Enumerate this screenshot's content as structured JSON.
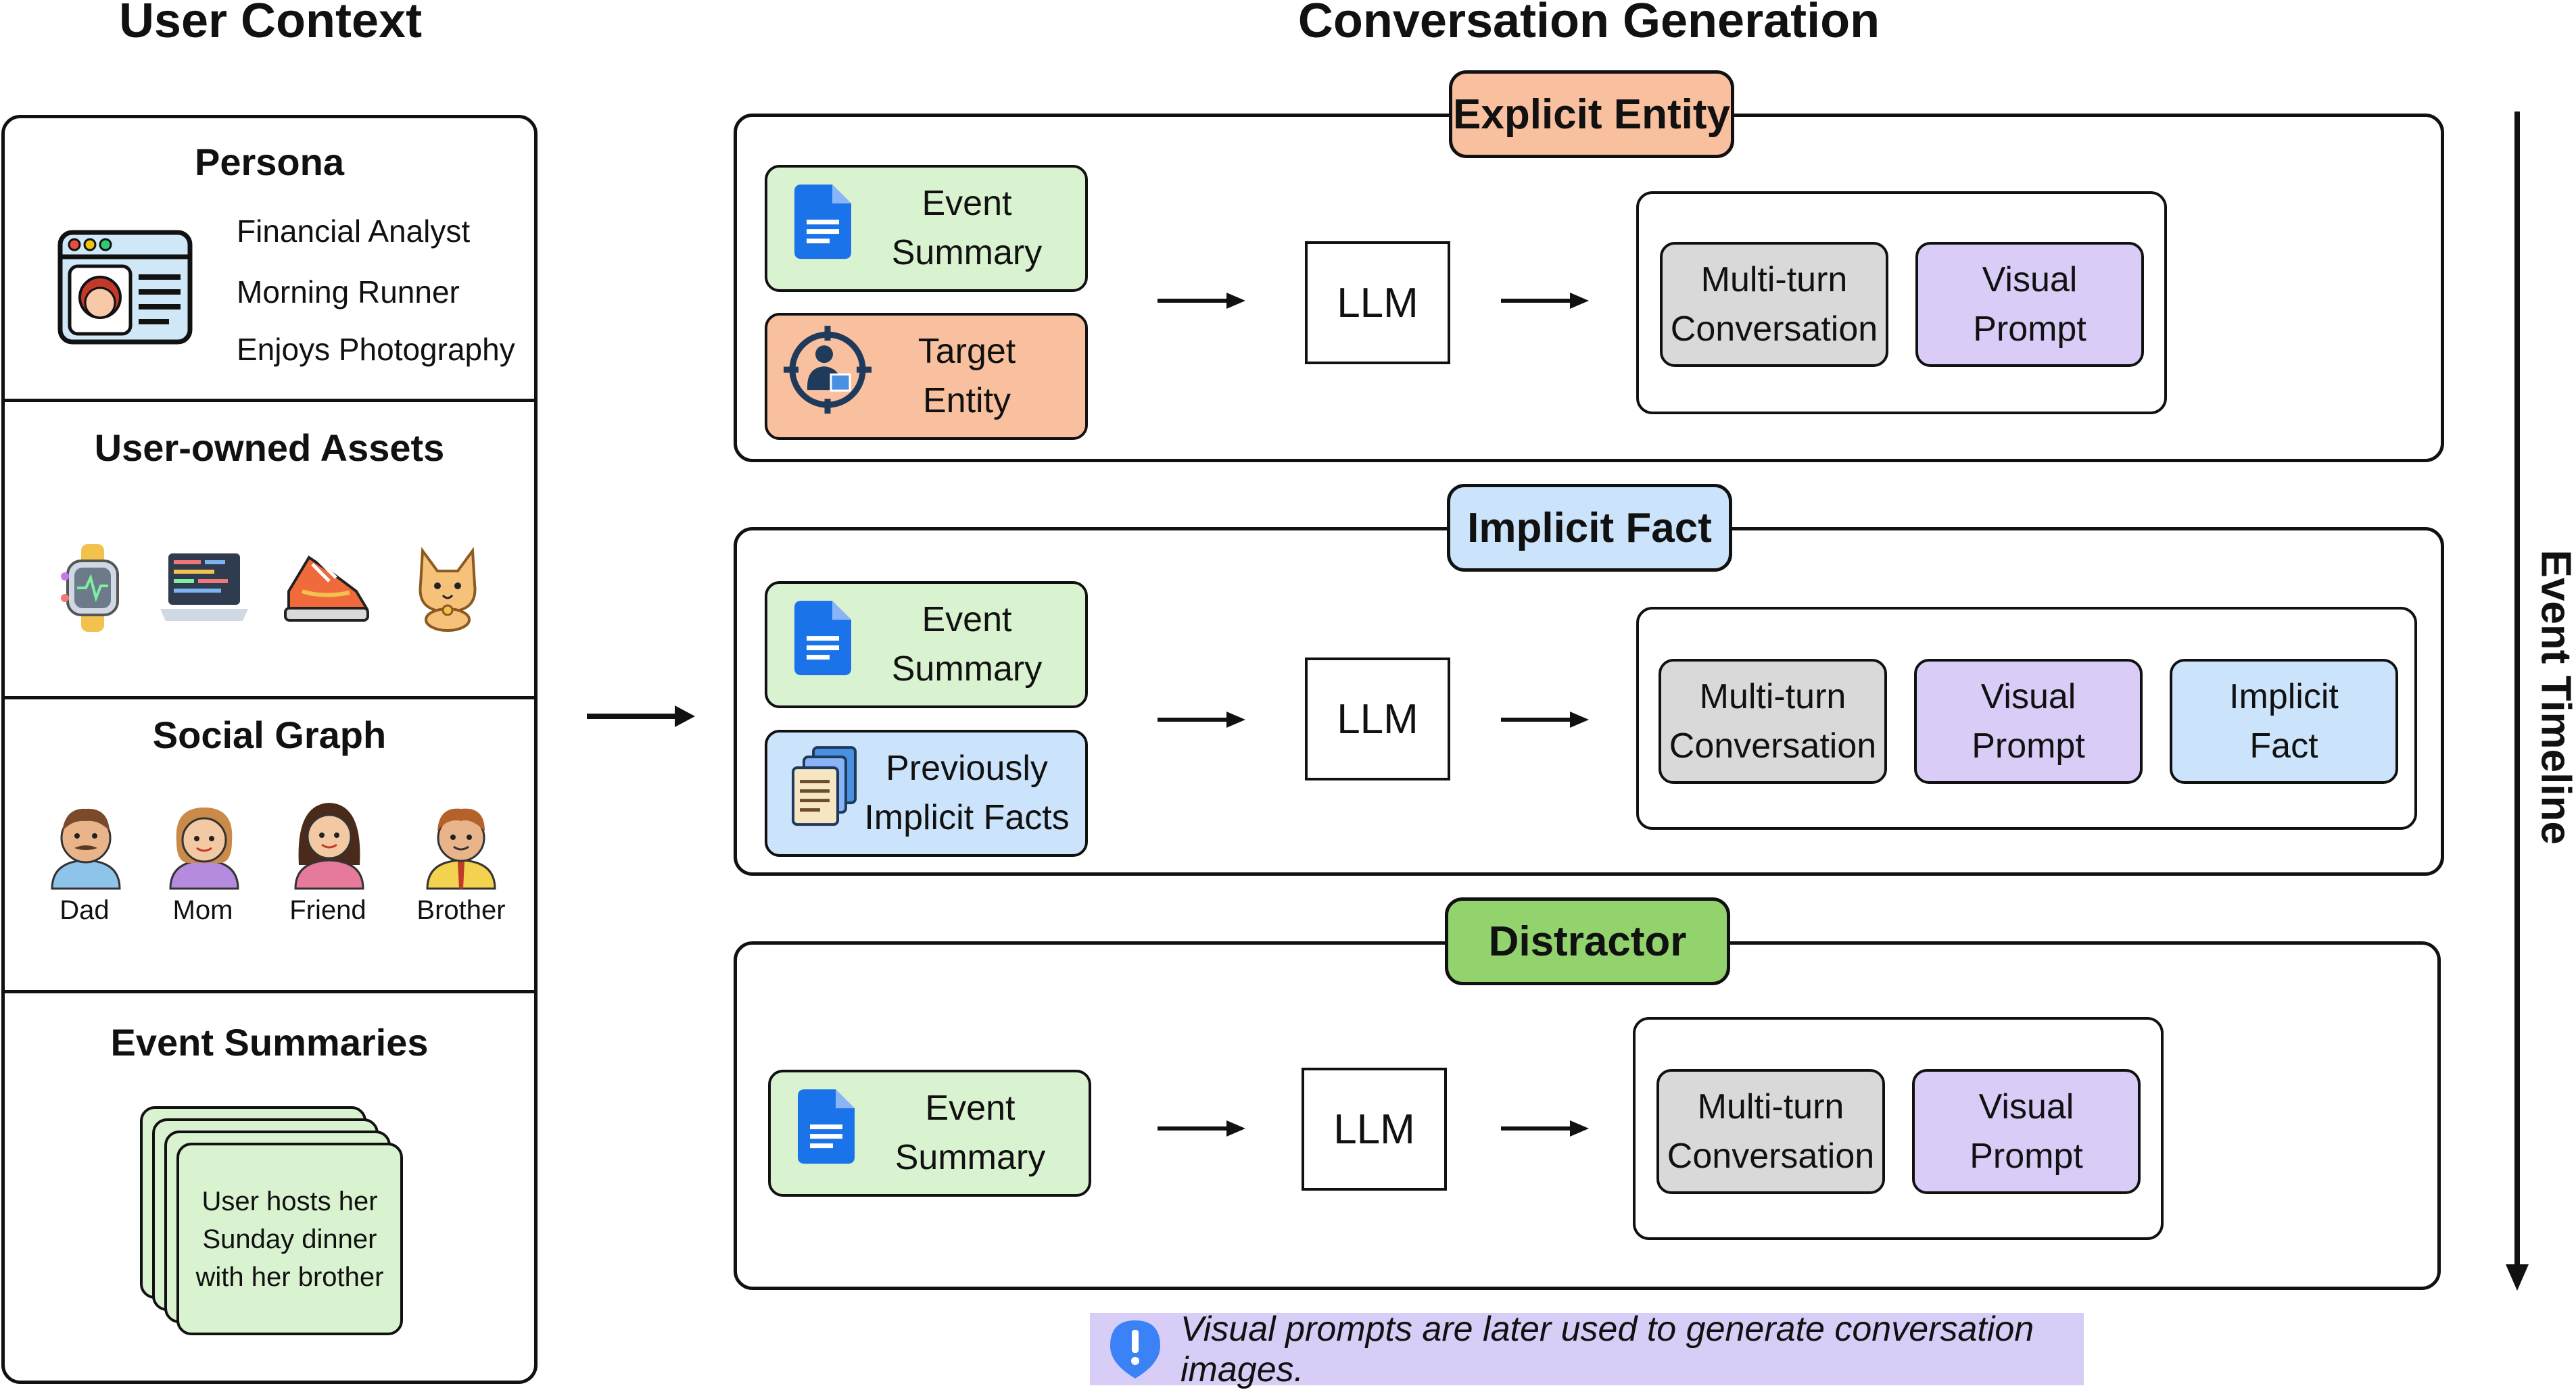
{
  "headers": {
    "left": "User Context",
    "right": "Conversation Generation"
  },
  "user_context": {
    "persona": {
      "title": "Persona",
      "lines": [
        "Financial Analyst",
        "Morning Runner",
        "Enjoys Photography"
      ]
    },
    "assets": {
      "title": "User-owned Assets",
      "icons": [
        "smartwatch-icon",
        "laptop-icon",
        "sneaker-icon",
        "cat-icon"
      ]
    },
    "social_graph": {
      "title": "Social Graph",
      "members": [
        "Dad",
        "Mom",
        "Friend",
        "Brother"
      ]
    },
    "event_summaries": {
      "title": "Event Summaries",
      "card_text": "User hosts her\nSunday dinner\nwith her brother"
    }
  },
  "sections": [
    {
      "tag": "Explicit Entity",
      "inputs": [
        "Event\nSummary",
        "Target\nEntity"
      ],
      "model": "LLM",
      "outputs": [
        "Multi-turn\nConversation",
        "Visual\nPrompt"
      ]
    },
    {
      "tag": "Implicit Fact",
      "inputs": [
        "Event\nSummary",
        "Previously\nImplicit Facts"
      ],
      "model": "LLM",
      "outputs": [
        "Multi-turn\nConversation",
        "Visual\nPrompt",
        "Implicit\nFact"
      ]
    },
    {
      "tag": "Distractor",
      "inputs": [
        "Event\nSummary"
      ],
      "model": "LLM",
      "outputs": [
        "Multi-turn\nConversation",
        "Visual\nPrompt"
      ]
    }
  ],
  "timeline_label": "Event Timeline",
  "note": "Visual prompts are later used to generate conversation images.",
  "colors": {
    "green": "#d9f2d0",
    "orange": "#f9c09f",
    "blue": "#cce4fb",
    "gray": "#d9d9d9",
    "purple": "#d9ccf7",
    "doc_blue": "#1a73e8",
    "tag_green": "#92d36e"
  }
}
